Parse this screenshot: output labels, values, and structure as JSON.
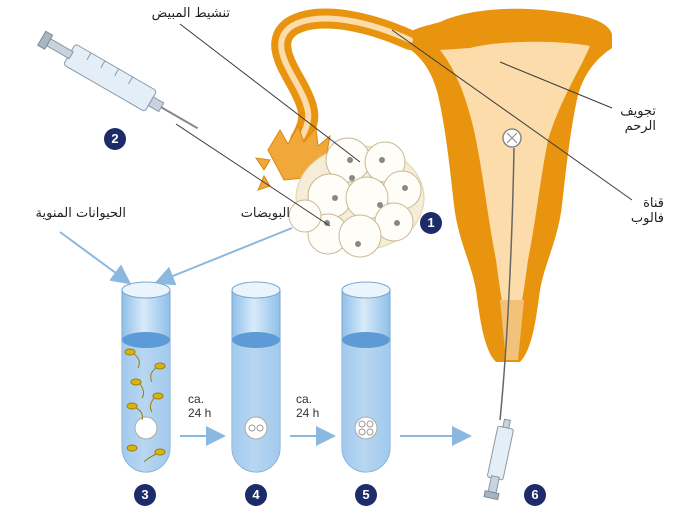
{
  "labels": {
    "ovary_stimulation": "تنشيط المبيض",
    "uterine_cavity": "تجويف الرحم",
    "fallopian_tube": "قناة فالوب",
    "eggs": "البويضات",
    "sperm": "الحيوانات المنوية"
  },
  "time_labels": [
    {
      "line1": "ca.",
      "line2": "24 h"
    },
    {
      "line1": "ca.",
      "line2": "24 h"
    }
  ],
  "steps": [
    "1",
    "2",
    "3",
    "4",
    "5",
    "6"
  ],
  "colors": {
    "uterus_orange": "#e8940e",
    "uterus_light": "#fbdcaa",
    "tube_blue": "#a9cdee",
    "liquid_blue": "#5c9bd6",
    "badge_navy": "#1d2b6b",
    "arrow_blue": "#8ab8e0"
  }
}
